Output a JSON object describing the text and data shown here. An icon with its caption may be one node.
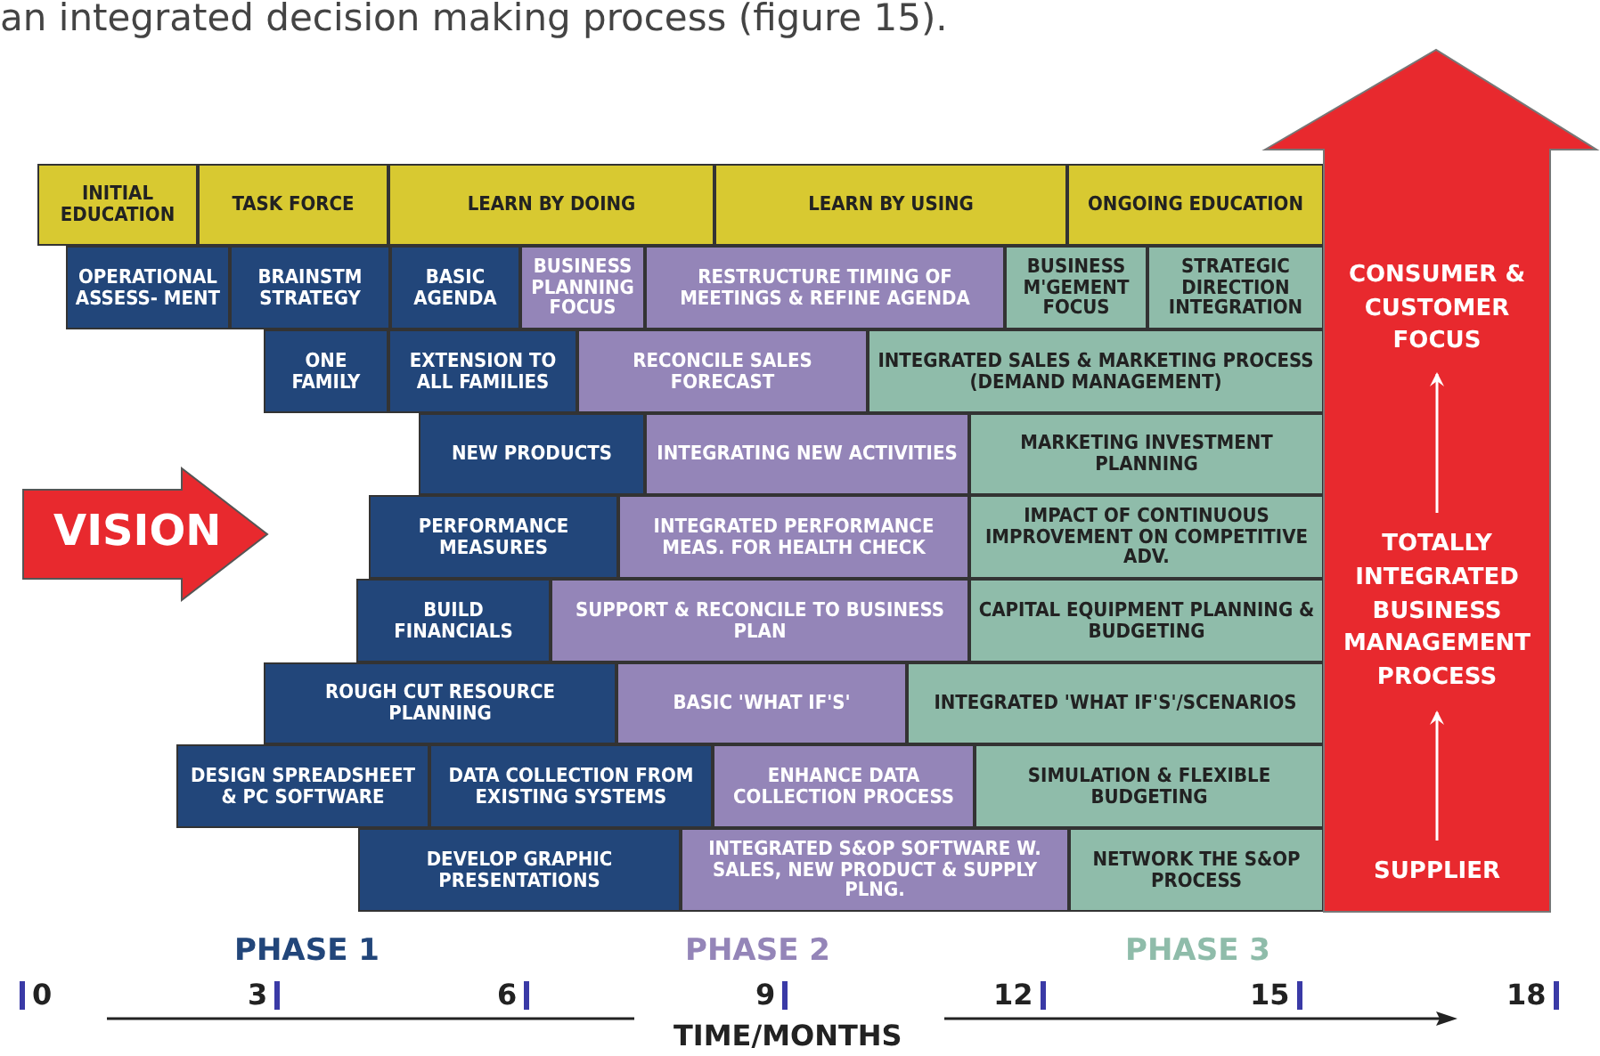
{
  "diagram": {
    "nodes": [
      {
        "text": [
          "INITIAL EDUCATION"
        ]
      },
      {
        "text": [
          "TASK FORCE"
        ]
      },
      {
        "text": [
          "LEARN BY DOING"
        ]
      },
      {
        "text": [
          "LEARN BY USING"
        ]
      },
      {
        "text": [
          "ONGOING EDUCATION"
        ]
      },
      {
        "text": [
          "OPERATIONAL ASSESS- MENT"
        ]
      },
      {
        "text": [
          "BRAINSTM STRATEGY"
        ]
      },
      {
        "text": [
          "BASIC AGENDA"
        ]
      },
      {
        "text": [
          "BUSINESS PLANNING FOCUS"
        ]
      },
      {
        "text": [
          "RESTRUCTURE TIMING OF MEETINGS & REFINE AGENDA"
        ]
      },
      {
        "text": [
          "BUSINESS M'GEMENT FOCUS"
        ]
      },
      {
        "text": [
          "STRATEGIC DIRECTION INTEGRATION"
        ]
      },
      {
        "text": [
          "ONE FAMILY"
        ]
      },
      {
        "text": [
          "EXTENSION TO ALL FAMILIES"
        ]
      },
      {
        "text": [
          "RECONCILE SALES FORECAST"
        ]
      },
      {
        "text": [
          "INTEGRATED SALES & MARKETING PROCESS (DEMAND MANAGEMENT)"
        ]
      },
      {
        "text": [
          "NEW PRODUCTS"
        ]
      },
      {
        "text": [
          "INTEGRATING NEW ACTIVITIES"
        ]
      },
      {
        "text": [
          "MARKETING INVESTMENT PLANNING"
        ]
      },
      {
        "text": [
          "VISION"
        ]
      },
      {
        "text": [
          "PERFORMANCE MEASURES"
        ]
      },
      {
        "text": [
          "INTEGRATED PERFORMANCE MEAS. FOR HEALTH CHECK"
        ]
      },
      {
        "text": [
          "IMPACT OF CONTINUOUS IMPROVEMENT ON COMPETITIVE ADV."
        ]
      },
      {
        "text": [
          "BUILD FINANCIALS"
        ]
      },
      {
        "text": [
          "SUPPORT & RECONCILE TO BUSINESS PLAN"
        ]
      },
      {
        "text": [
          "CAPITAL EQUIPMENT PLANNING & BUDGETING"
        ]
      },
      {
        "text": [
          "ROUGH CUT RESOURCE PLANNING"
        ]
      },
      {
        "text": [
          "BASIC 'WHAT IF'S'"
        ]
      },
      {
        "text": [
          "INTEGRATED 'WHAT IF'S'/SCENARIOS"
        ]
      },
      {
        "text": [
          "DESIGN SPREADSHEET & PC SOFTWARE"
        ]
      },
      {
        "text": [
          "DATA COLLECTION FROM EXISTING SYSTEMS"
        ]
      },
      {
        "text": [
          "ENHANCE DATA COLLECTION PROCESS"
        ]
      },
      {
        "text": [
          "SIMULATION & FLEXIBLE BUDGETING"
        ]
      },
      {
        "text": [
          "DEVELOP GRAPHIC PRESENTATIONS"
        ]
      },
      {
        "text": [
          "INTEGRATED S&OP SOFTWARE W. SALES, NEW PRODUCT & SUPPLY PLNG."
        ]
      },
      {
        "text": [
          "NETWORK THE S&OP PROCESS"
        ]
      },
      {
        "text": [],
        "shape": "arrow"
      },
      {
        "text": [
          "CONSUMER & CUSTOMER FOCUS"
        ],
        "in": 36
      },
      {
        "text": [
          "TOTALLY INTEGRATED BUSINESS MANAGEMENT PROCESS"
        ],
        "in": 36
      },
      {
        "text": [
          "SUPPLIER"
        ],
        "in": 36
      }
    ],
    "edges": [
      {
        "from": 39,
        "to": 38,
        "arrow": "to"
      },
      {
        "from": 38,
        "to": 37,
        "arrow": "to"
      }
    ],
    "labels": [
      "an integrated decision making process (figure 15).",
      "PHASE 1",
      "PHASE 2",
      "PHASE 3",
      "0",
      "3",
      "6",
      "9",
      "12",
      "15",
      "18",
      "TIME/MONTHS"
    ]
  }
}
